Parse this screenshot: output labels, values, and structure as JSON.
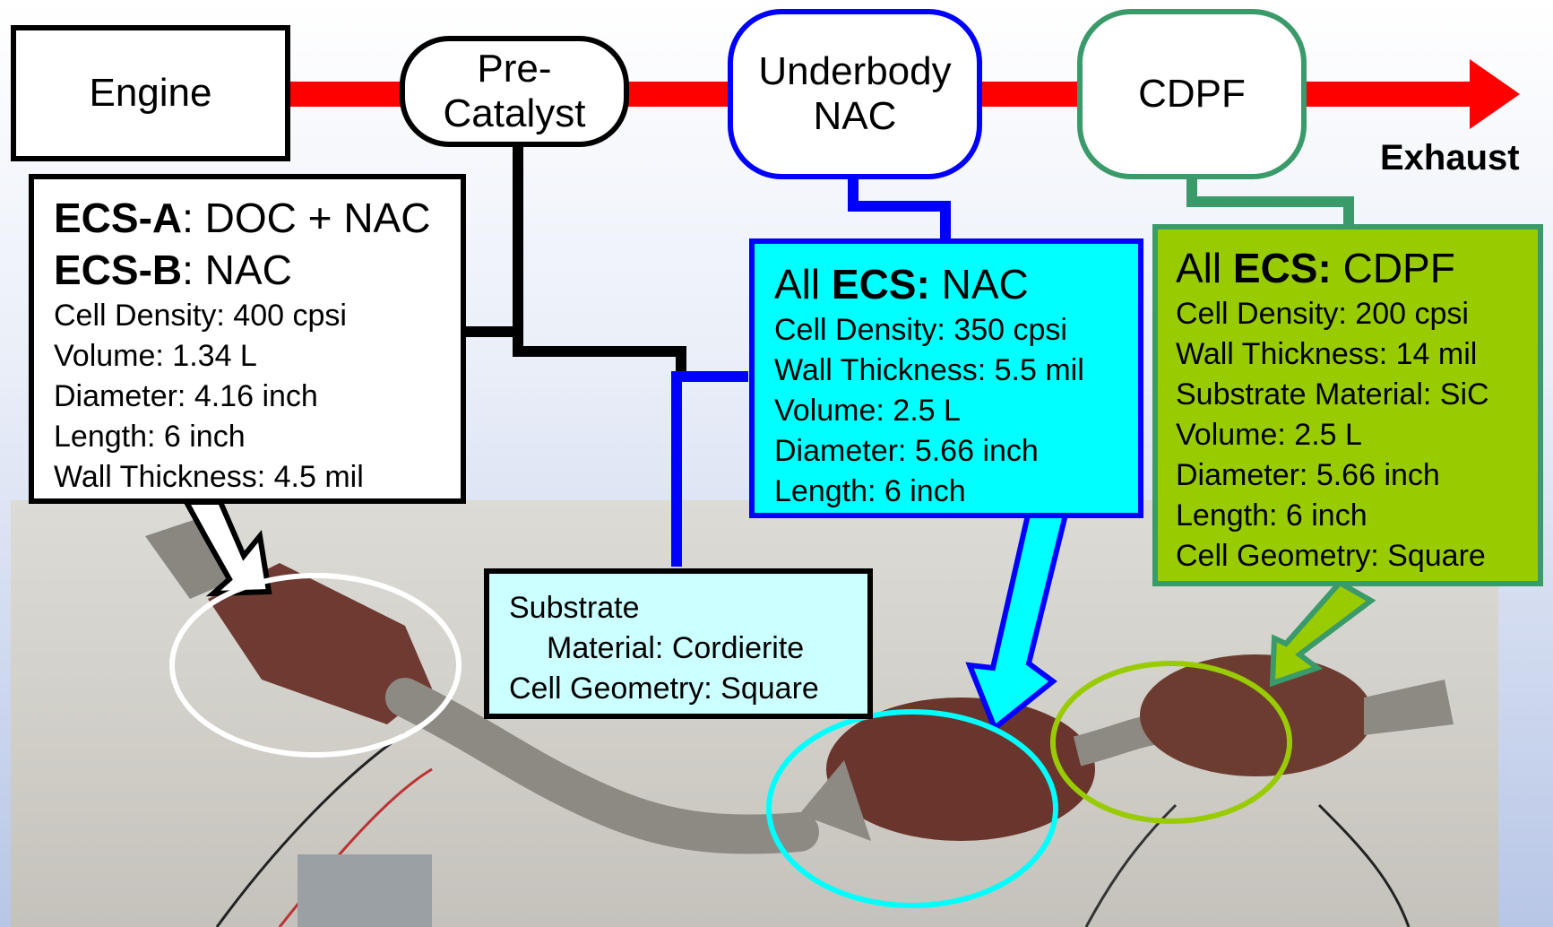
{
  "nodes": {
    "engine": "Engine",
    "pre_catalyst": [
      "Pre-",
      "Catalyst"
    ],
    "underbody": [
      "Underbody",
      "NAC"
    ],
    "cdpf": "CDPF"
  },
  "exhaust_label": "Exhaust",
  "boxes": {
    "ecs_a_b": {
      "ecs_a_key": "ECS-A",
      "ecs_a_val": ": DOC + NAC",
      "ecs_b_key": "ECS-B",
      "ecs_b_val": ": NAC",
      "specs": [
        "Cell Density: 400 cpsi",
        "Volume: 1.34 L",
        "Diameter: 4.16 inch",
        "Length: 6 inch",
        "Wall Thickness: 4.5  mil"
      ]
    },
    "underbody_nac": {
      "prefix": "All ",
      "key": "ECS:",
      "val": " NAC",
      "specs": [
        "Cell Density: 350 cpsi",
        "Wall Thickness: 5.5  mil",
        "Volume: 2.5 L",
        "Diameter: 5.66 inch",
        "Length: 6 inch"
      ]
    },
    "cdpf": {
      "prefix": "All ",
      "key": "ECS:",
      "val": " CDPF",
      "specs": [
        "Cell Density: 200 cpsi",
        "Wall Thickness: 14  mil",
        "Substrate Material: SiC",
        "Volume: 2.5 L",
        "Diameter: 5.66 inch",
        "Length: 6 inch",
        "Cell Geometry: Square"
      ]
    },
    "shared": {
      "line1": "Substrate",
      "line2": "Material: Cordierite",
      "line3": "Cell Geometry: Square"
    }
  },
  "colors": {
    "exhaust_flow": "#ff0000",
    "precatalyst": "#000000",
    "underbody": "#0000ff",
    "underbody_fill": "#00ffff",
    "cdpf": "#3a9a6a",
    "cdpf_fill": "#99cc00",
    "shared_fill": "#ccffff"
  }
}
